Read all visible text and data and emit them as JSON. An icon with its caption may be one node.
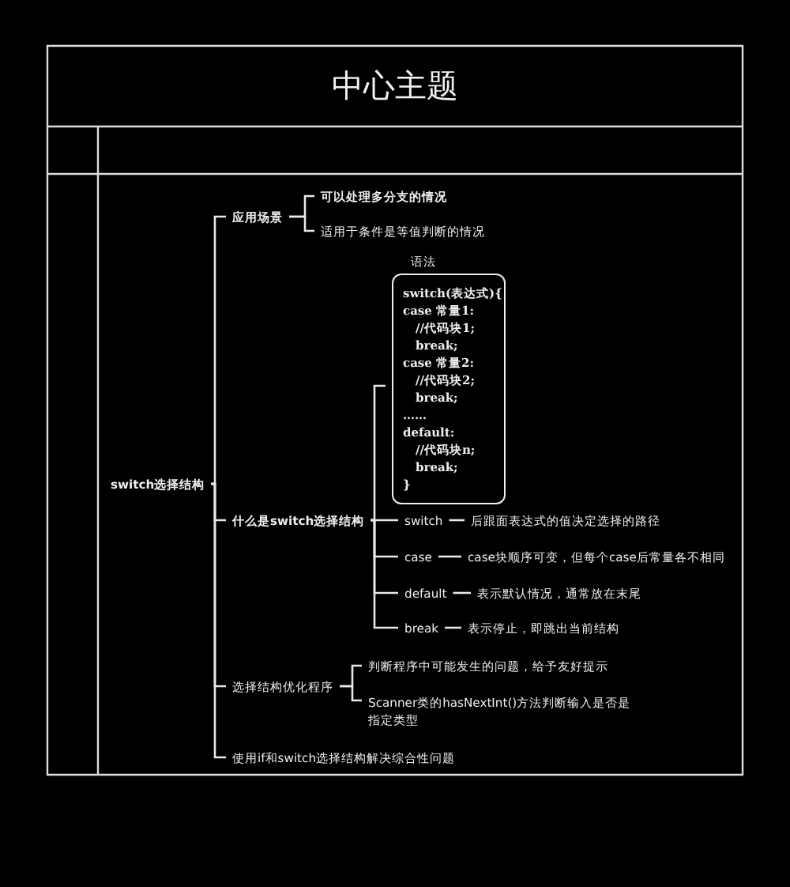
{
  "diagram": {
    "title": "中心主题",
    "nodes": [
      {
        "text": [
          "switch选择结构"
        ]
      },
      {
        "text": [
          "应用场景"
        ]
      },
      {
        "text": [
          "可以处理多分支的情况"
        ]
      },
      {
        "text": [
          "适用于条件是等值判断的情况"
        ]
      },
      {
        "text": [
          "什么是switch选择结构"
        ]
      },
      {
        "text": [
          "语法",
          "switch(表达式){",
          "case 常量1:",
          "//代码块1;",
          "break;",
          "case 常量2:",
          "//代码块2;",
          "break;",
          "……",
          "default:",
          "//代码块n;",
          "break;",
          "}"
        ]
      },
      {
        "text": [
          "switch"
        ]
      },
      {
        "text": [
          "后跟面表达式的值决定选择的路径"
        ]
      },
      {
        "text": [
          "case"
        ]
      },
      {
        "text": [
          "case块顺序可变，但每个case后常量各不相同"
        ]
      },
      {
        "text": [
          "default"
        ]
      },
      {
        "text": [
          "表示默认情况，通常放在末尾"
        ]
      },
      {
        "text": [
          "break"
        ]
      },
      {
        "text": [
          "表示停止，即跳出当前结构"
        ]
      },
      {
        "text": [
          "选择结构优化程序"
        ]
      },
      {
        "text": [
          "判断程序中可能发生的问题，给予友好提示"
        ]
      },
      {
        "text": [
          "Scanner类的hasNextInt()方法判断输入是否是指定类型"
        ]
      },
      {
        "text": [
          "使用if和switch选择结构解决综合性问题"
        ]
      }
    ],
    "edges": [
      {
        "from": 0,
        "to": 1,
        "arrow": "none"
      },
      {
        "from": 0,
        "to": 4,
        "arrow": "none"
      },
      {
        "from": 0,
        "to": 14,
        "arrow": "none"
      },
      {
        "from": 0,
        "to": 17,
        "arrow": "none"
      },
      {
        "from": 1,
        "to": 2,
        "arrow": "none"
      },
      {
        "from": 1,
        "to": 3,
        "arrow": "none"
      },
      {
        "from": 4,
        "to": 5,
        "arrow": "none"
      },
      {
        "from": 4,
        "to": 6,
        "arrow": "none"
      },
      {
        "from": 4,
        "to": 8,
        "arrow": "none"
      },
      {
        "from": 4,
        "to": 10,
        "arrow": "none"
      },
      {
        "from": 4,
        "to": 12,
        "arrow": "none"
      },
      {
        "from": 6,
        "to": 7,
        "arrow": "none"
      },
      {
        "from": 8,
        "to": 9,
        "arrow": "none"
      },
      {
        "from": 10,
        "to": 11,
        "arrow": "none"
      },
      {
        "from": 12,
        "to": 13,
        "arrow": "none"
      },
      {
        "from": 14,
        "to": 15,
        "arrow": "none"
      },
      {
        "from": 14,
        "to": 16,
        "arrow": "none"
      }
    ]
  }
}
